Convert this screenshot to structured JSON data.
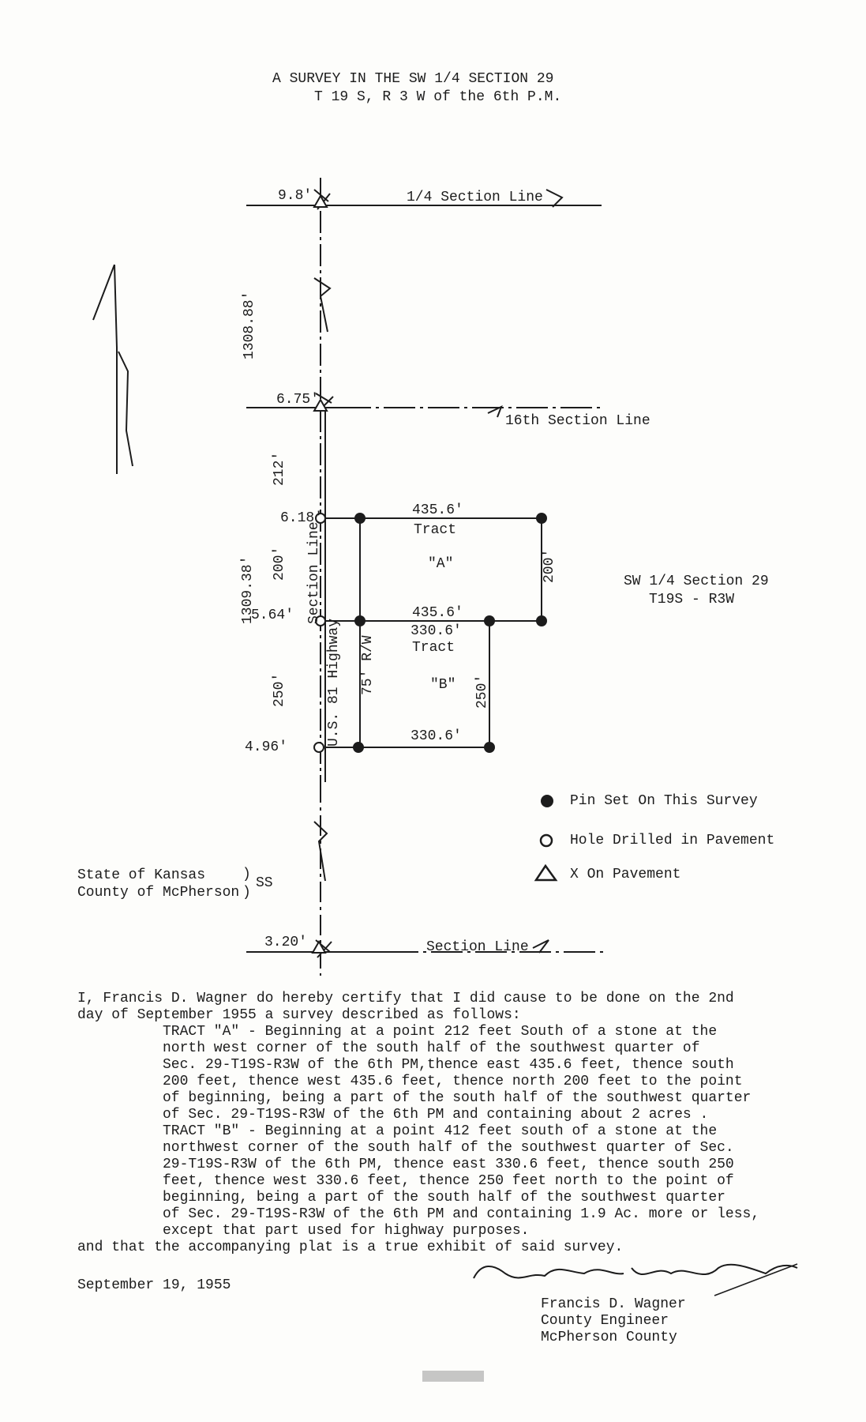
{
  "title": {
    "line1": "A SURVEY IN THE SW 1/4 SECTION 29",
    "line2": "T 19 S, R 3 W of the 6th P.M."
  },
  "plat": {
    "quarter_line_label": "1/4 Section Line",
    "sixteenth_line_label": "16th Section Line",
    "section_line_label": "Section Line",
    "offset_top": "9.8'",
    "offset_16th": "6.75'",
    "offset_tract_a_nw": "6.18'",
    "offset_tract_b_nw": "5.64'",
    "offset_tract_b_sw": "4.96'",
    "offset_bottom": "3.20'",
    "dim_1308": "1308.88'",
    "dim_212": "212'",
    "dim_1309": "1309.38'",
    "dim_200_left": "200'",
    "dim_250_left": "250'",
    "dim_200_right": "200'",
    "dim_250_right": "250'",
    "tract_a_top": "435.6'",
    "tract_a_bottom": "435.6'",
    "tract_b_top": "330.6'",
    "tract_b_bottom": "330.6'",
    "tract_a_word": "Tract",
    "tract_a_letter": "\"A\"",
    "tract_b_word": "Tract",
    "tract_b_letter": "\"B\"",
    "road_section_line": "Section Line",
    "road_highway": "U.S. 81 Highway",
    "road_row": "75' R/W",
    "area_label_line1": "SW 1/4 Section 29",
    "area_label_line2": "T19S - R3W"
  },
  "legend": {
    "pin": "Pin Set On This Survey",
    "hole": "Hole Drilled in Pavement",
    "x": "X On Pavement"
  },
  "venue": {
    "state": "State of Kansas",
    "county": "County of McPherson",
    "ss": "SS"
  },
  "certification": {
    "lines": [
      "I, Francis D. Wagner do hereby certify that I did cause to be done on the 2nd",
      "day of September 1955 a survey described as follows:",
      "TRACT \"A\" - Beginning at a point 212 feet South of a stone at the",
      "north west corner of the south half of the southwest quarter of",
      "Sec. 29-T19S-R3W of the 6th PM,thence east 435.6 feet, thence south",
      "200 feet, thence west 435.6 feet, thence north 200 feet to the point",
      "of beginning, being a part of the south half of the southwest quarter",
      "of Sec. 29-T19S-R3W of the 6th PM and containing about 2 acres .",
      "TRACT \"B\" - Beginning at a point 412 feet south of a stone at the",
      "northwest corner of the south half of the southwest quarter of Sec.",
      "29-T19S-R3W of the 6th PM, thence east 330.6 feet, thence south 250",
      "feet, thence west 330.6 feet, thence 250 feet north to the point of",
      "beginning, being a part of the south half of the southwest quarter",
      "of Sec. 29-T19S-R3W of the 6th PM and containing 1.9 Ac. more or less,",
      "except that part used for highway purposes.",
      "and that the accompanying plat is a true exhibit of said survey."
    ]
  },
  "signature": {
    "date": "September 19, 1955",
    "handwritten": "Francis D Wagner",
    "name": "Francis D. Wagner",
    "title": "County Engineer",
    "county": "McPherson County"
  }
}
